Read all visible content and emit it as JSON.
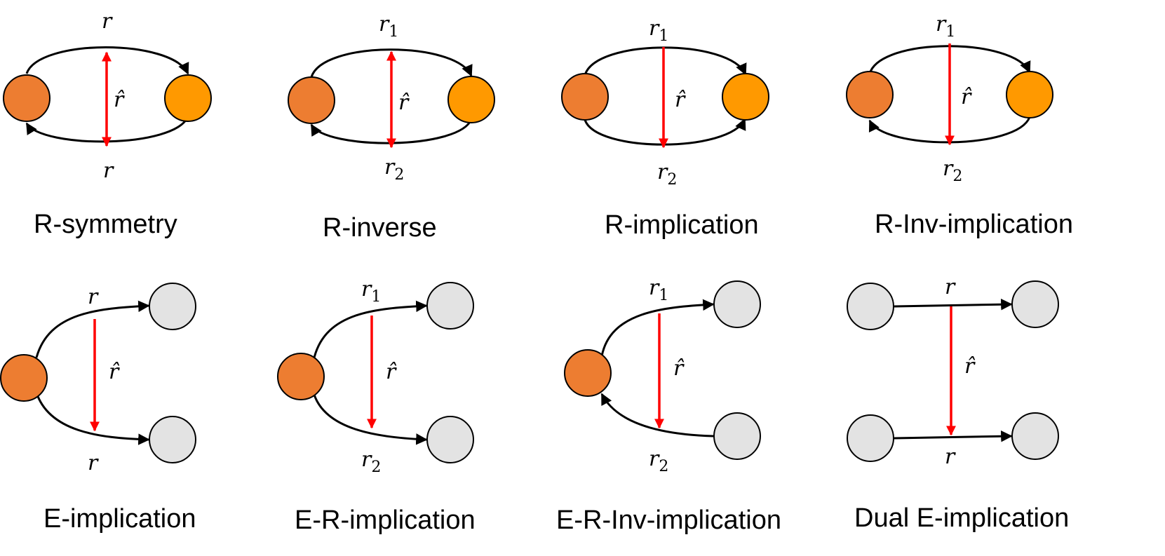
{
  "colors": {
    "node_orange_dark": "#ED7D31",
    "node_orange_light": "#FF9900",
    "node_grey": "#E3E3E3",
    "edge": "#000000",
    "relation_arrow": "#FF0000"
  },
  "labels": {
    "r": "r",
    "r_hat": "r̂",
    "r_base": "r",
    "sub_1": "1",
    "sub_2": "2"
  },
  "captions": {
    "r_symmetry": "R-symmetry",
    "r_inverse": "R-inverse",
    "r_implication": "R-implication",
    "r_inv_implication": "R-Inv-implication",
    "e_implication": "E-implication",
    "e_r_implication": "E-R-implication",
    "e_r_inv_implication": "E-R-Inv-implication",
    "dual_e_implication": "Dual E-implication"
  }
}
